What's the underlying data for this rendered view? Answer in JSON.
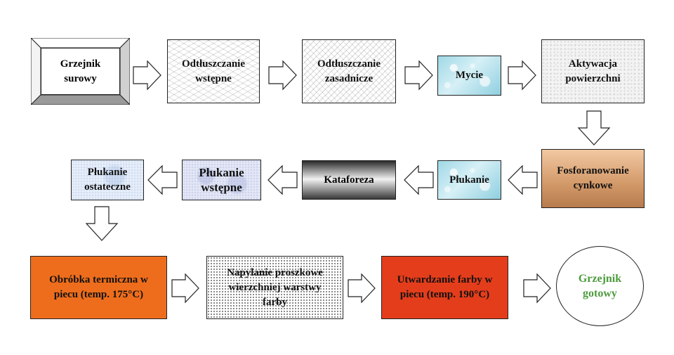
{
  "nodes": {
    "grzejnik_surowy": "Grzejnik\nsurowy",
    "odtluszczanie_wstepne": "Odtłuszczanie\nwstępne",
    "odtluszczanie_zasadnicze": "Odtłuszczanie\nzasadnicze",
    "mycie": "Mycie",
    "aktywacja": "Aktywacja\npowierzchni",
    "fosforanowanie": "Fosforanowanie\ncynkowe",
    "plukanie": "Płukanie",
    "kataforeza": "Kataforeza",
    "plukanie_wstepne": "Płukanie\nwstępne",
    "plukanie_ostateczne": "Płukanie\nostateczne",
    "obrobka": "Obróbka termiczna w\npiecu (temp. 175°C)",
    "napylanie": "Napylanie proszkowe\nwierzchniej warstwy\nfarby",
    "utwardzanie": "Utwardzanie farby w\npiecu (temp. 190°C)",
    "grzejnik_gotowy": "Grzejnik\ngotowy"
  },
  "colors": {
    "finish_text": "#4c9b3c",
    "orange": "#ee6d1c",
    "red_orange": "#e43d1b"
  }
}
